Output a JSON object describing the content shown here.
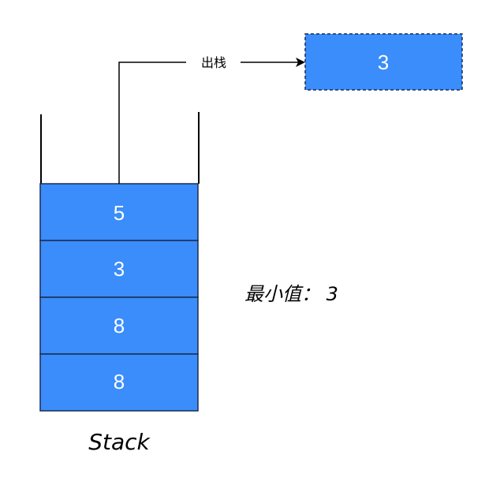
{
  "stack": {
    "cells": [
      "5",
      "3",
      "8",
      "8"
    ],
    "caption": "Stack"
  },
  "popped": {
    "value": "3",
    "arrow_label": "出栈"
  },
  "min_label": "最小值： 3",
  "colors": {
    "cell_fill": "#3a8dfa",
    "cell_stroke": "#1c2b52",
    "popped_stroke": "#1c2b52",
    "line": "#000000"
  }
}
